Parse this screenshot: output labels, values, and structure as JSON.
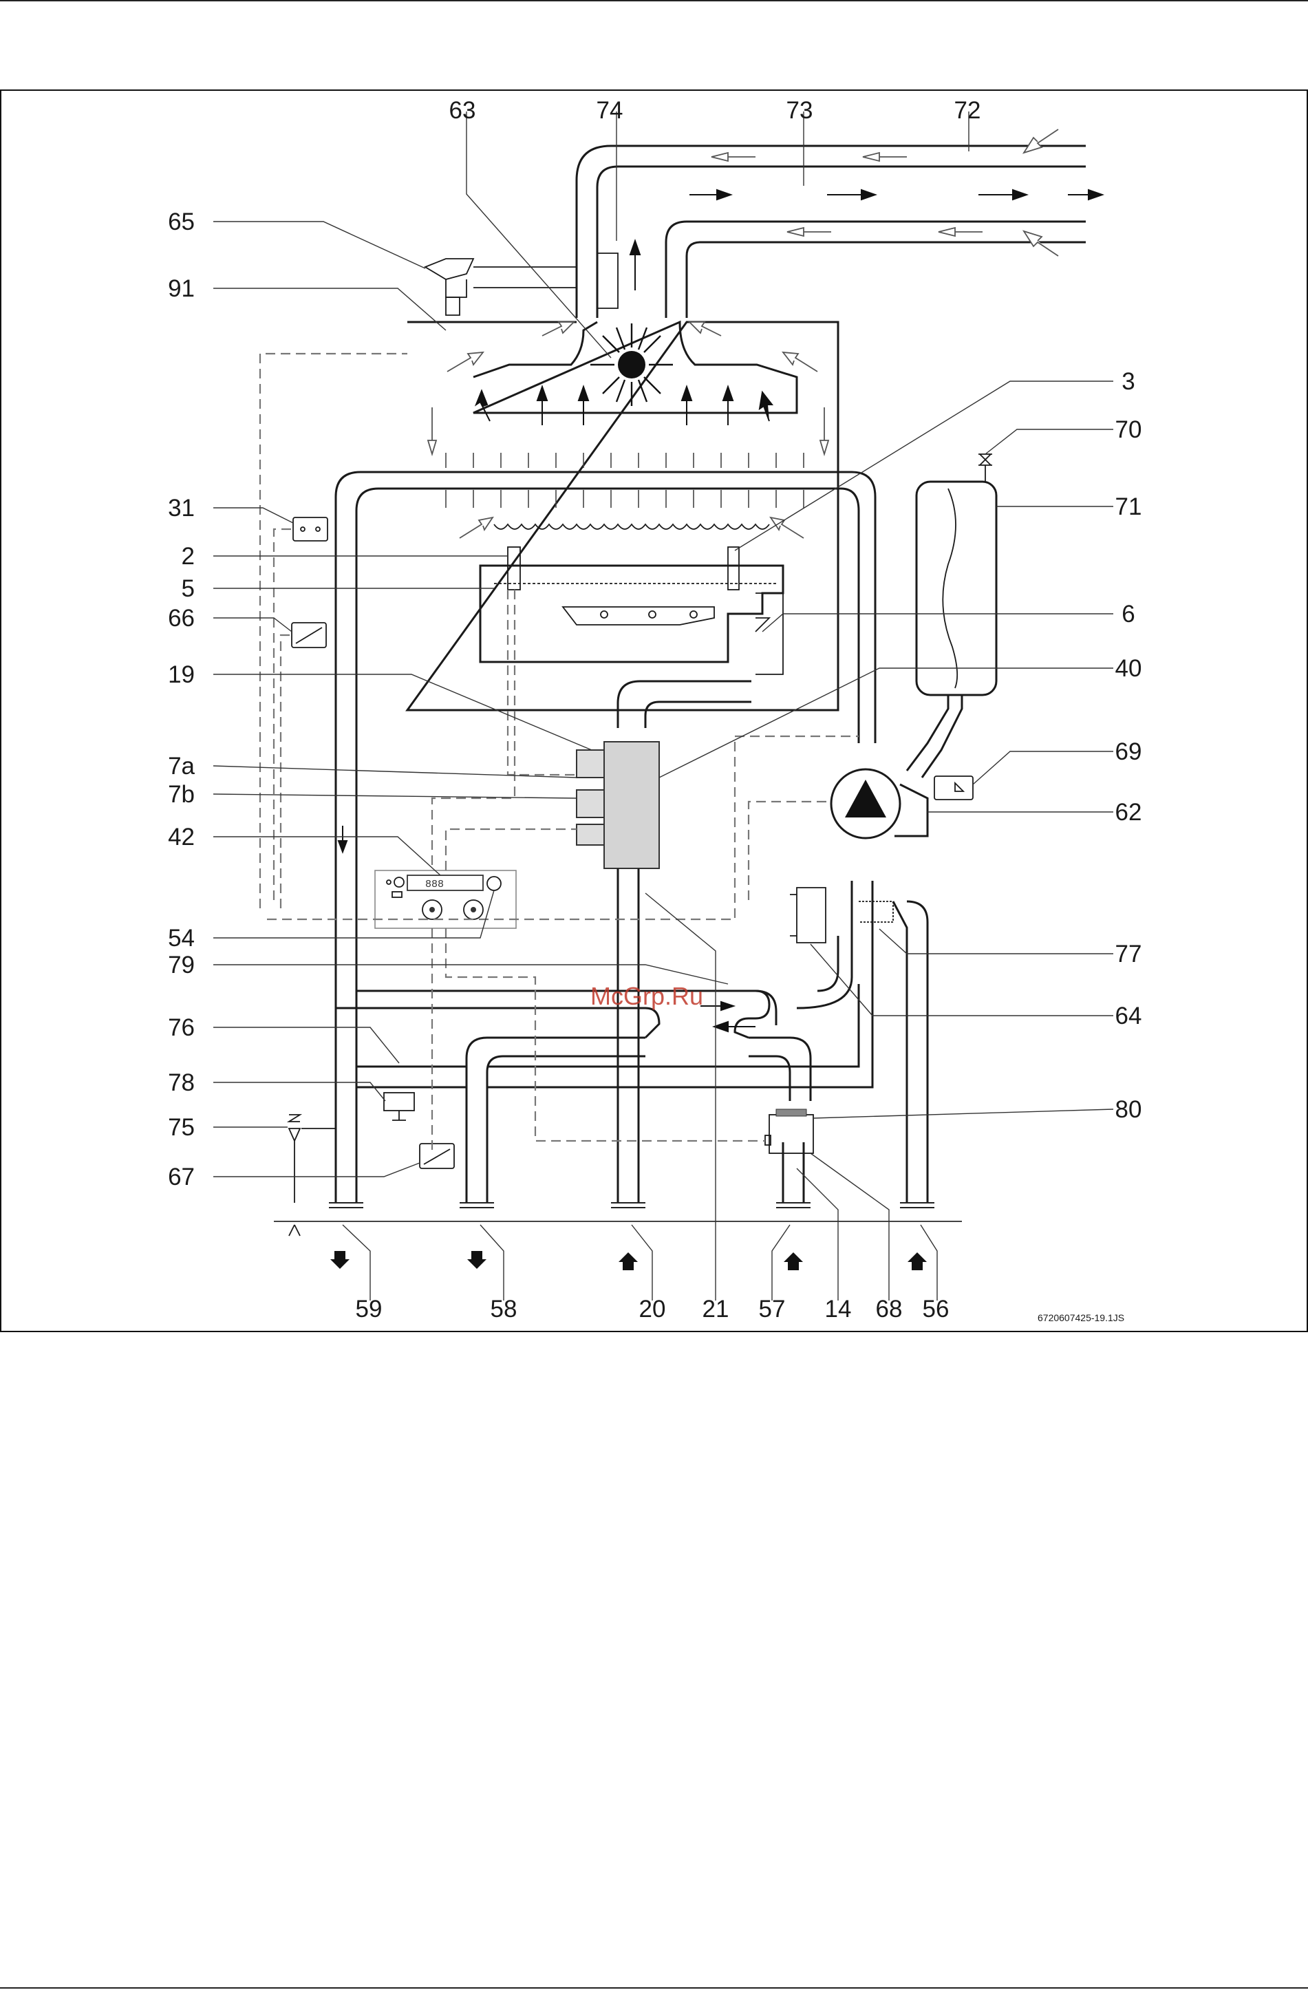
{
  "figure_code": "6720607425-19.1JS",
  "watermark": "McGrp.Ru",
  "callouts": {
    "left": [
      "65",
      "91",
      "31",
      "2",
      "5",
      "66",
      "19",
      "7a",
      "7b",
      "42",
      "54",
      "79",
      "76",
      "78",
      "75",
      "67"
    ],
    "right": [
      "3",
      "70",
      "71",
      "6",
      "40",
      "69",
      "62",
      "77",
      "64",
      "80"
    ],
    "top": [
      "63",
      "74",
      "73",
      "72"
    ],
    "bottom": [
      "59",
      "58",
      "20",
      "21",
      "57",
      "14",
      "68",
      "56"
    ]
  },
  "display": {
    "readout": "888"
  }
}
